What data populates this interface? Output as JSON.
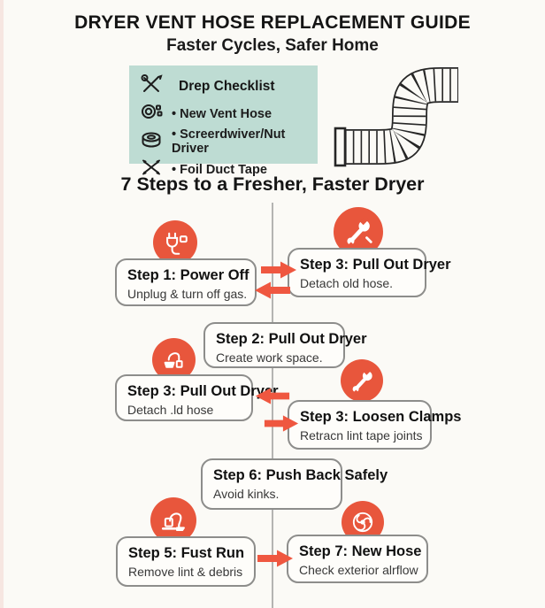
{
  "header": {
    "title": "DRYER VENT HOSE REPLACEMENT GUIDE",
    "subtitle": "Faster Cycles, Safer Home"
  },
  "checklist": {
    "title": "Drep Checklist",
    "items": [
      {
        "icon": "coil-hose-icon",
        "label": "• New Vent Hose"
      },
      {
        "icon": "tape-roll-icon",
        "label": "• Screerdwiver/Nut Driver"
      },
      {
        "icon": "crossed-drivers-icon",
        "label": "• Foil Duct Tape"
      }
    ]
  },
  "steps_heading": "7 Steps to a Fresher, Faster Dryer",
  "timeline": {
    "cards": [
      {
        "title": "Step 1: Power Off",
        "desc": "Unplug & turn off gas.",
        "icon": "plug-icon"
      },
      {
        "title": "Step 3: Pull Out Dryer",
        "desc": "Detach old hose.",
        "icon": "wrench-icon"
      },
      {
        "title": "Step 2: Pull Out Dryer",
        "desc": "Create work space.",
        "icon": ""
      },
      {
        "title": "Step 3: Pull Out Dryer",
        "desc": "Detach .ld hose",
        "icon": "vacuum-icon"
      },
      {
        "title": "Step 3: Loosen Clamps",
        "desc": "Retracn lint tape joints",
        "icon": "wrench-icon"
      },
      {
        "title": "Step 6: Push Back Safely",
        "desc": "Avoid kinks.",
        "icon": ""
      },
      {
        "title": "Step 5: Fust Run",
        "desc": "Remove lint & debris",
        "icon": "vacuum-icon"
      },
      {
        "title": "Step 7: New Hose",
        "desc": "Check exterior alrflow",
        "icon": "fan-icon"
      }
    ]
  },
  "colors": {
    "accent_red": "#e8563c",
    "arrow_red": "#ef5740",
    "checklist_bg": "#bedcd3",
    "card_border": "#8d8d8b",
    "timeline_line": "#b4b4b2",
    "background": "#fbfaf6"
  }
}
